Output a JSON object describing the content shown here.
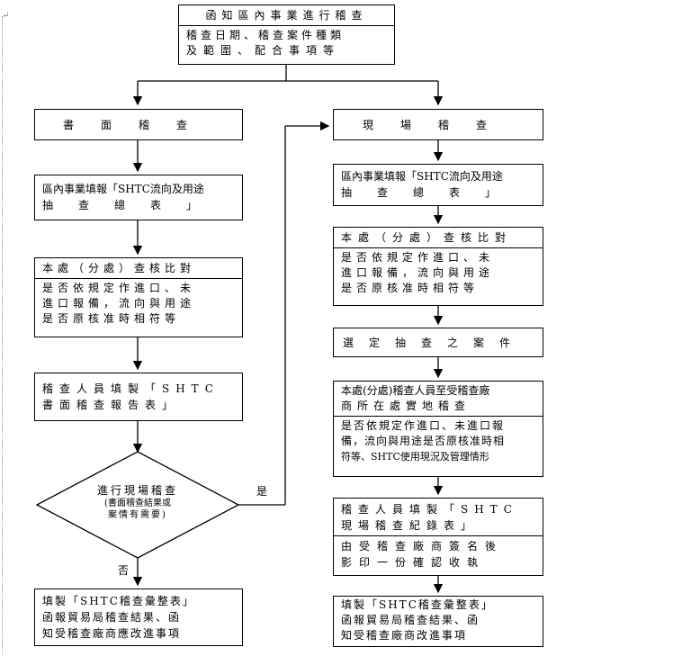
{
  "top": {
    "title": "函知區內事業進行稽查",
    "detail_line1": "稽查日期、稽查案件種類",
    "detail_line2": "及範圍、配合事項等"
  },
  "left": {
    "head": "書面稽查",
    "step1_line1": "區內事業填報「SHTC流向及用途",
    "step1_line2": "抽查總表」",
    "step2_title": "本處（分處）查核比對",
    "step2_line1": "是否依規定作進口、未",
    "step2_line2": "進口報備，流向與用途",
    "step2_line3": "是否原核准時相符等",
    "step3_line1": "稽查人員填製「SHTC",
    "step3_line2": "書面稽查報告表」",
    "decision_line1": "進行現場稽查",
    "decision_sub1": "(書面稽查結果或",
    "decision_sub2": "案情有需要)",
    "yes_label": "是",
    "no_label": "否",
    "final_line1": "填製「SHTC稽查彙整表」",
    "final_line2": "函報貿易局稽查結果、函",
    "final_line3": "知受稽查廠商應改進事項"
  },
  "right": {
    "head": "現場稽查",
    "step1_line1": "區內事業填報「SHTC流向及用途",
    "step1_line2": "抽查總表」",
    "step2_title": "本處（分處）查核比對",
    "step2_line1": "是否依規定作進口、未",
    "step2_line2": "進口報備，流向與用途",
    "step2_line3": "是否原核准時相符等",
    "step3": "選定抽查之案件",
    "step4_title1": "本處(分處)稽查人員至受稽查廠",
    "step4_title2": "商所在處實地稽查",
    "step4_line1": "是否依規定作進口、未進口報",
    "step4_line2": "備，流向與用途是否原核准時相",
    "step4_line3": "符等、SHTC使用現況及管理情形",
    "step5_line1": "稽查人員填製「SHTC",
    "step5_line2": "現場稽查紀錄表」",
    "step5_sub1": "由受稽查廠商簽名後",
    "step5_sub2": "影印一份確認收執",
    "final_line1": "填製「SHTC稽查彙整表」",
    "final_line2": "函報貿易局稽查結果、函",
    "final_line3": "知受稽查廠商改進事項"
  }
}
